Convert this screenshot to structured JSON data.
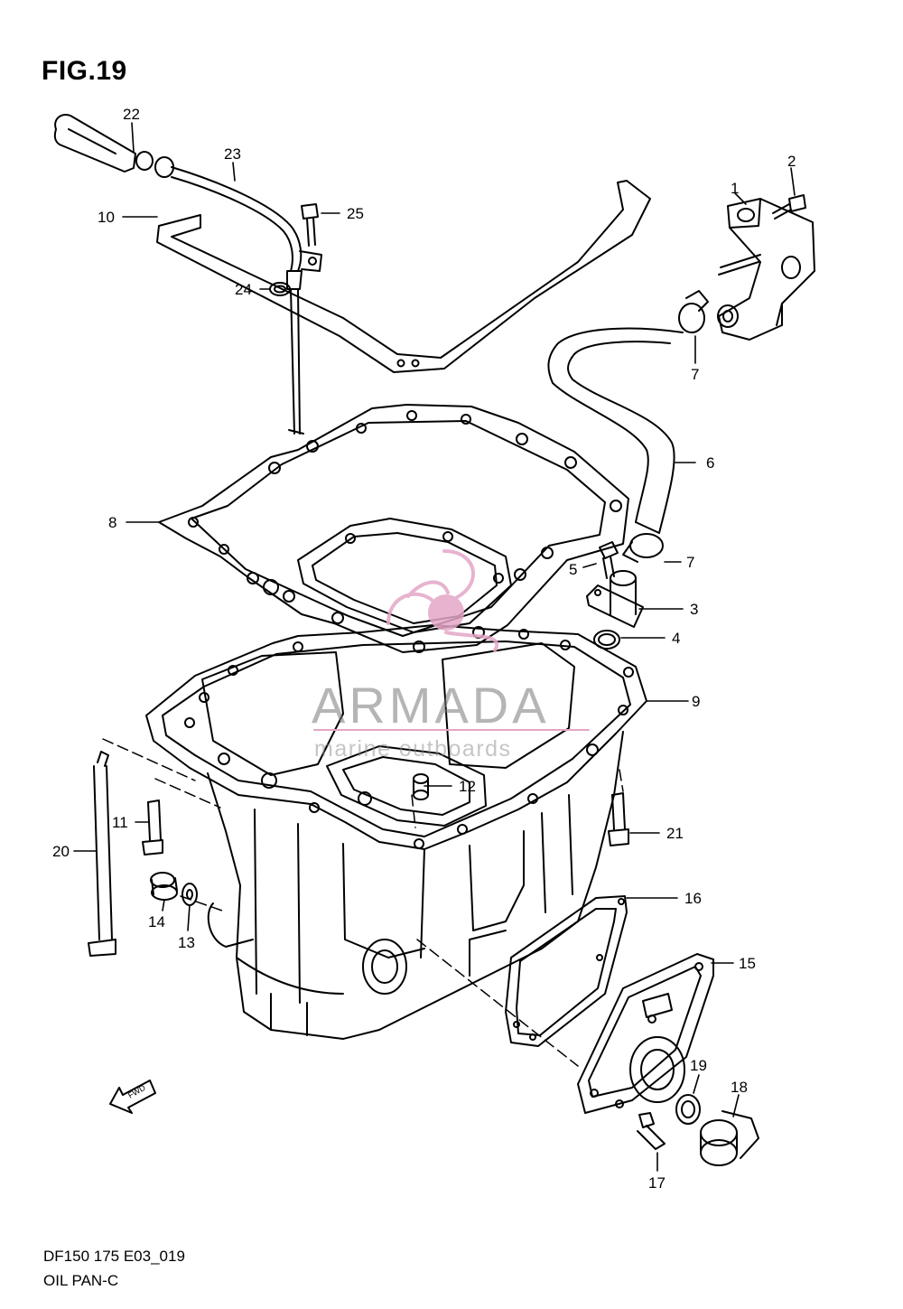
{
  "figure": {
    "title": "FIG.19"
  },
  "footer": {
    "code": "DF150 175 E03_019",
    "name": "OIL PAN-C"
  },
  "watermark": {
    "brand": "ARMADA",
    "tagline": "marine outboards",
    "accent_color": "#e3a6c7"
  },
  "orientation_marker": {
    "label": "FWD"
  },
  "callouts": [
    "1",
    "2",
    "3",
    "4",
    "5",
    "6",
    "7",
    "7",
    "8",
    "9",
    "10",
    "11",
    "12",
    "13",
    "14",
    "15",
    "16",
    "17",
    "18",
    "19",
    "20",
    "21",
    "22",
    "23",
    "24",
    "25"
  ]
}
